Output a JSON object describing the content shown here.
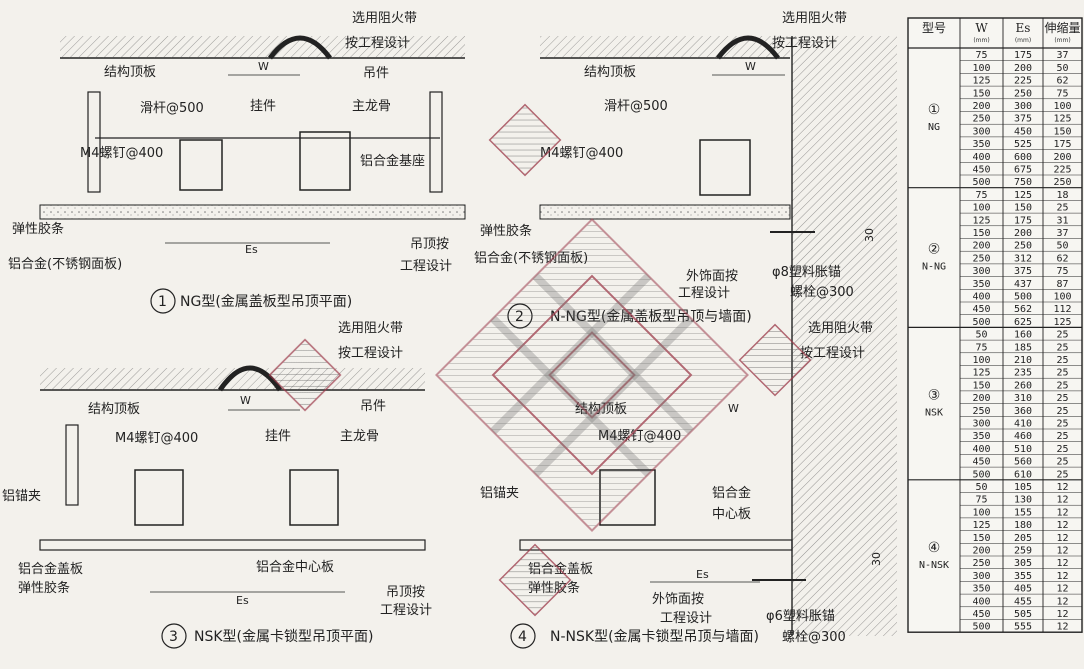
{
  "labels": {
    "fire_strip": "选用阻火带",
    "per_design": "按工程设计",
    "struct_slab": "结构顶板",
    "hanger": "吊件",
    "slide_bar": "滑杆@500",
    "hook": "挂件",
    "main_keel": "主龙骨",
    "screw_m4": "M4螺钉@400",
    "alu_base": "铝合金基座",
    "elastic_strip": "弹性胶条",
    "alu_plate_ss": "铝合金(不锈钢面板)",
    "ceiling_per_design": "吊顶按工程设计",
    "facing_per_design": "外饰面按工程设计",
    "anchor_8": "φ8塑料胀锚",
    "anchor_6": "φ6塑料胀锚",
    "bolt_300": "螺栓@300",
    "alu_clip": "铝锚夹",
    "alu_center": "铝合金中心板",
    "alu_center_b": "铝合金",
    "alu_center_c": "中心板",
    "alu_cover": "铝合金盖板",
    "w": "W",
    "es": "Es",
    "d30": "30"
  },
  "captions": {
    "c1": "NG型(金属盖板型吊顶平面)",
    "c2": "N-NG型(金属盖板型吊顶与墙面)",
    "c3": "NSK型(金属卡锁型吊顶平面)",
    "c4": "N-NSK型(金属卡锁型吊顶与墙面)",
    "n1": "1",
    "n2": "2",
    "n3": "3",
    "n4": "4"
  },
  "table": {
    "headers": [
      "型号",
      "W",
      "Es",
      "伸缩量"
    ],
    "units": [
      "",
      "(mm)",
      "(mm)",
      "(mm)"
    ],
    "groups": [
      {
        "num": "①",
        "code": "NG",
        "rows": [
          [
            "75",
            "175",
            "37"
          ],
          [
            "100",
            "200",
            "50"
          ],
          [
            "125",
            "225",
            "62"
          ],
          [
            "150",
            "250",
            "75"
          ],
          [
            "200",
            "300",
            "100"
          ],
          [
            "250",
            "375",
            "125"
          ],
          [
            "300",
            "450",
            "150"
          ],
          [
            "350",
            "525",
            "175"
          ],
          [
            "400",
            "600",
            "200"
          ],
          [
            "450",
            "675",
            "225"
          ],
          [
            "500",
            "750",
            "250"
          ]
        ]
      },
      {
        "num": "②",
        "code": "N-NG",
        "rows": [
          [
            "75",
            "125",
            "18"
          ],
          [
            "100",
            "150",
            "25"
          ],
          [
            "125",
            "175",
            "31"
          ],
          [
            "150",
            "200",
            "37"
          ],
          [
            "200",
            "250",
            "50"
          ],
          [
            "250",
            "312",
            "62"
          ],
          [
            "300",
            "375",
            "75"
          ],
          [
            "350",
            "437",
            "87"
          ],
          [
            "400",
            "500",
            "100"
          ],
          [
            "450",
            "562",
            "112"
          ],
          [
            "500",
            "625",
            "125"
          ]
        ]
      },
      {
        "num": "③",
        "code": "NSK",
        "rows": [
          [
            "50",
            "160",
            "25"
          ],
          [
            "75",
            "185",
            "25"
          ],
          [
            "100",
            "210",
            "25"
          ],
          [
            "125",
            "235",
            "25"
          ],
          [
            "150",
            "260",
            "25"
          ],
          [
            "200",
            "310",
            "25"
          ],
          [
            "250",
            "360",
            "25"
          ],
          [
            "300",
            "410",
            "25"
          ],
          [
            "350",
            "460",
            "25"
          ],
          [
            "400",
            "510",
            "25"
          ],
          [
            "450",
            "560",
            "25"
          ],
          [
            "500",
            "610",
            "25"
          ]
        ]
      },
      {
        "num": "④",
        "code": "N-NSK",
        "rows": [
          [
            "50",
            "105",
            "12"
          ],
          [
            "75",
            "130",
            "12"
          ],
          [
            "100",
            "155",
            "12"
          ],
          [
            "125",
            "180",
            "12"
          ],
          [
            "150",
            "205",
            "12"
          ],
          [
            "200",
            "259",
            "12"
          ],
          [
            "250",
            "305",
            "12"
          ],
          [
            "300",
            "355",
            "12"
          ],
          [
            "350",
            "405",
            "12"
          ],
          [
            "400",
            "455",
            "12"
          ],
          [
            "450",
            "505",
            "12"
          ],
          [
            "500",
            "555",
            "12"
          ]
        ]
      }
    ]
  },
  "colors": {
    "line": "#222222",
    "watermark": "#9c3a4a",
    "paper": "#f3f1ec"
  }
}
